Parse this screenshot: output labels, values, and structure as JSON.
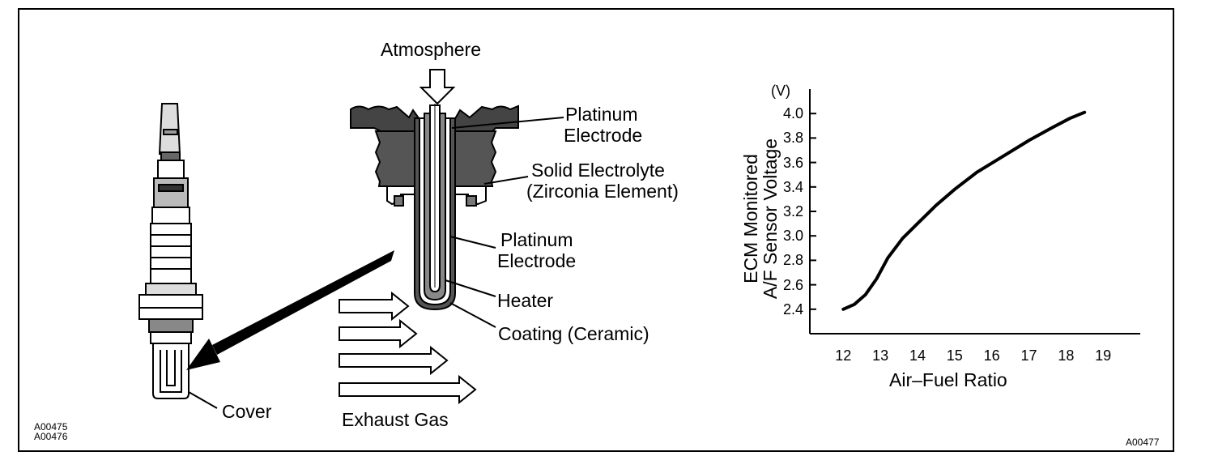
{
  "diagram": {
    "atmosphere": "Atmosphere",
    "platinum_electrode_top": [
      "Platinum",
      "Electrode"
    ],
    "solid_electrolyte": [
      "Solid Electrolyte",
      "(Zirconia Element)"
    ],
    "platinum_electrode_inner": [
      "Platinum",
      "Electrode"
    ],
    "heater": "Heater",
    "coating": "Coating (Ceramic)",
    "cover": "Cover",
    "exhaust_gas": "Exhaust Gas",
    "figure_codes_left": [
      "A00475",
      "A00476"
    ],
    "figure_code_right": "A00477"
  },
  "chart_data": {
    "type": "line",
    "xlabel": "Air–Fuel Ratio",
    "ylabel": [
      "ECM Monitored",
      "A/F Sensor Voltage"
    ],
    "yunit": "(V)",
    "x_ticks": [
      12,
      13,
      14,
      15,
      16,
      17,
      18,
      19
    ],
    "y_ticks": [
      2.4,
      2.6,
      2.8,
      3.0,
      3.2,
      3.4,
      3.6,
      3.8,
      4.0
    ],
    "x_tick_labels": [
      "12",
      "13",
      "14",
      "15",
      "16",
      "17",
      "18",
      "19"
    ],
    "y_tick_labels": [
      "2.4",
      "2.6",
      "2.8",
      "3.0",
      "3.2",
      "3.4",
      "3.6",
      "3.8",
      "4.0"
    ],
    "xlim": [
      11.1,
      20.0
    ],
    "ylim": [
      2.2,
      4.2
    ],
    "grid": false,
    "series": [
      {
        "x": [
          12.0,
          12.3,
          12.6,
          12.9,
          13.2,
          13.6,
          14.0,
          14.5,
          15.0,
          15.6,
          16.3,
          17.0,
          17.6,
          18.1,
          18.5
        ],
        "y": [
          2.4,
          2.44,
          2.52,
          2.65,
          2.82,
          2.98,
          3.1,
          3.25,
          3.38,
          3.52,
          3.65,
          3.78,
          3.88,
          3.96,
          4.01
        ]
      }
    ]
  }
}
